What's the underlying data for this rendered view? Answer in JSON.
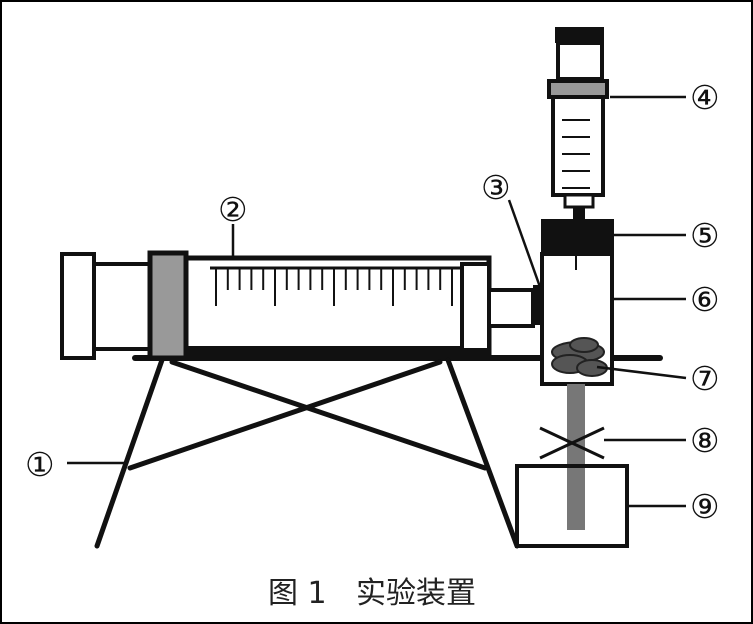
{
  "labels": {
    "l1": "①",
    "l2": "②",
    "l3": "③",
    "l4": "④",
    "l5": "⑤",
    "l6": "⑥",
    "l7": "⑦",
    "l8": "⑧",
    "l9": "⑨"
  },
  "caption": {
    "figure_number": "图 1",
    "title": "实验装置"
  },
  "colors": {
    "line": "#111111",
    "rubber_plug": "#999999",
    "filter_medium": "#555555",
    "outlet_tube": "#777777",
    "frame": "#000000"
  }
}
